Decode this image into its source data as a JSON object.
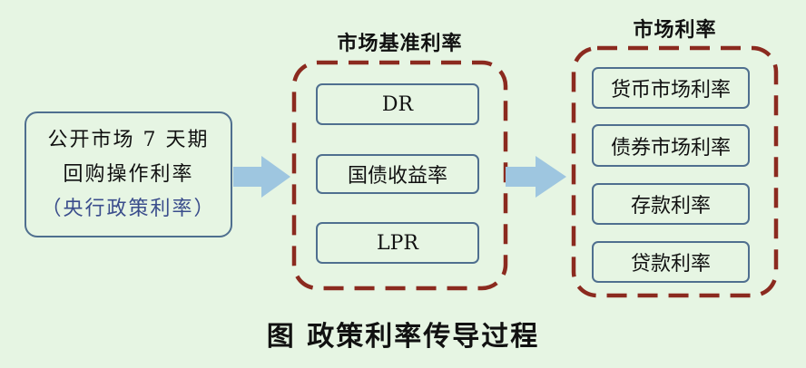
{
  "source": {
    "line1": "公开市场 7 天期",
    "line2": "回购操作利率",
    "line3": "（央行政策利率）"
  },
  "benchmark_group": {
    "title": "市场基准利率",
    "items": [
      "DR",
      "国债收益率",
      "LPR"
    ]
  },
  "market_group": {
    "title": "市场利率",
    "items": [
      "货币市场利率",
      "债券市场利率",
      "存款利率",
      "贷款利率"
    ]
  },
  "caption": "图  政策利率传导过程",
  "colors": {
    "background": "#e6f5e3",
    "node_border": "#4f6f8f",
    "group_border": "#8b2a1f",
    "arrow": "#9ec6e0",
    "policy_text": "#3a4d8c"
  }
}
